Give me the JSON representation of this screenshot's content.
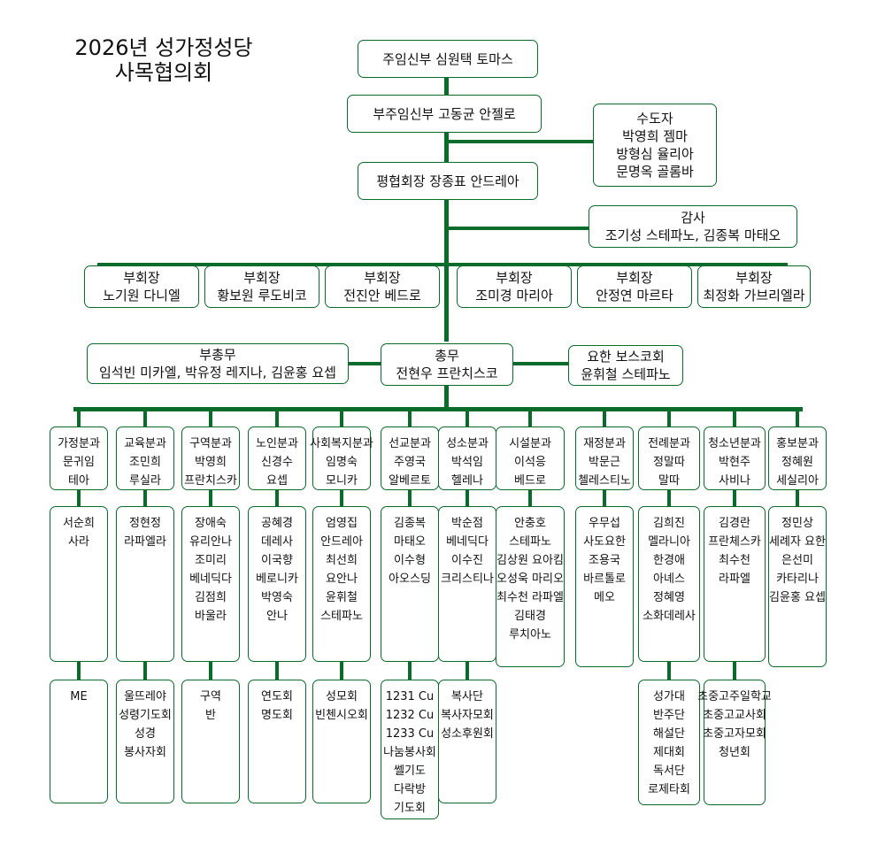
{
  "title": {
    "line1": "2026년 성가정성당",
    "line2": "사목협의회"
  },
  "leaders": {
    "pastor": "주임신부   심원택 토마스",
    "assistant_pastor": "부주임신부   고동균 안젤로",
    "religious": [
      "수도자",
      "박영희 젬마",
      "방형심 율리아",
      "문명옥 골롬바"
    ],
    "president": "평협회장   장종표 안드레아",
    "auditors": [
      "감사",
      "조기성 스테파노, 김종복 마태오"
    ],
    "secretary_general": [
      "총무",
      "전현우 프란치스코"
    ],
    "deputy_secretary": [
      "부총무",
      "임석빈 미카엘, 박유정 레지나, 김윤홍 요셉"
    ],
    "don_bosco": [
      "요한 보스코회",
      "윤휘철 스테파노"
    ]
  },
  "vice_presidents": [
    [
      "부회장",
      "노기원 다니엘"
    ],
    [
      "부회장",
      "황보원 루도비코"
    ],
    [
      "부회장",
      "전진안 베드로"
    ],
    [
      "부회장",
      "조미경 마리아"
    ],
    [
      "부회장",
      "안정연 마르타"
    ],
    [
      "부회장",
      "최정화 가브리엘라"
    ]
  ],
  "divisions": [
    {
      "head": [
        "가정분과",
        "문귀임",
        "테아"
      ],
      "members": [
        "서순희",
        "사라"
      ],
      "groups": [
        "ME"
      ]
    },
    {
      "head": [
        "교육분과",
        "조민희",
        "루실라"
      ],
      "members": [
        "정현정",
        "라파엘라"
      ],
      "groups": [
        "울뜨레야",
        "성령기도회",
        "성경",
        "봉사자회"
      ]
    },
    {
      "head": [
        "구역분과",
        "박영희",
        "프란치스카"
      ],
      "members": [
        "장애숙",
        "유리안나",
        "조미리",
        "베네딕다",
        "김점희",
        "바울라"
      ],
      "groups": [
        "구역",
        "반"
      ]
    },
    {
      "head": [
        "노인분과",
        "신경수",
        "요셉"
      ],
      "members": [
        "공혜경",
        "데레사",
        "이국향",
        "베로니카",
        "박영숙",
        "안나"
      ],
      "groups": [
        "연도회",
        "명도회"
      ]
    },
    {
      "head": [
        "사회복지분과",
        "임명숙",
        "모니카"
      ],
      "members": [
        "엄영집",
        "안드레아",
        "최선희",
        "요안나",
        "윤휘철",
        "스테파노"
      ],
      "groups": [
        "성모회",
        "빈첸시오회"
      ]
    },
    {
      "head": [
        "선교분과",
        "주영국",
        "알베르토"
      ],
      "members": [
        "김종복",
        "마태오",
        "이수형",
        "아오스딩"
      ],
      "groups": [
        "1231 Cu",
        "1232 Cu",
        "1233 Cu",
        "나눔봉사회",
        "쎌기도",
        "다락방",
        "기도회"
      ]
    },
    {
      "head": [
        "성소분과",
        "박석임",
        "헬레나"
      ],
      "members": [
        "박순점",
        "베네딕다",
        "이수진",
        "크리스티나"
      ],
      "groups": [
        "복사단",
        "복사자모회",
        "성소후원회"
      ]
    },
    {
      "head": [
        "시설분과",
        "이석응",
        "베드로"
      ],
      "members": [
        "안충호",
        "스테파노",
        "김상원 요아킴",
        "오성욱 마리오",
        "최수천 라파엘",
        "김태경",
        "루치아노"
      ],
      "groups": []
    },
    {
      "head": [
        "재정분과",
        "박문근",
        "첼레스티노"
      ],
      "members": [
        "우무섭",
        "사도요한",
        "조용국",
        "바르톨로",
        "메오"
      ],
      "groups": []
    },
    {
      "head": [
        "전례분과",
        "정말따",
        "말따"
      ],
      "members": [
        "김희진",
        "멜라니아",
        "한경애",
        "아녜스",
        "정혜영",
        "소화데레사"
      ],
      "groups": [
        "성가대",
        "반주단",
        "해설단",
        "제대회",
        "독서단",
        "로제타회"
      ]
    },
    {
      "head": [
        "청소년분과",
        "박현주",
        "사비나"
      ],
      "members": [
        "김경란",
        "프란체스카",
        "최수천",
        "라파엘"
      ],
      "groups": [
        "초중고주일학교",
        "초중고교사회",
        "초중고자모회",
        "청년회"
      ]
    },
    {
      "head": [
        "홍보분과",
        "정혜원",
        "세실리아"
      ],
      "members": [
        "정민상",
        "세례자 요한",
        "은선미",
        "카타리나",
        "김윤홍 요셉"
      ],
      "groups": []
    }
  ]
}
